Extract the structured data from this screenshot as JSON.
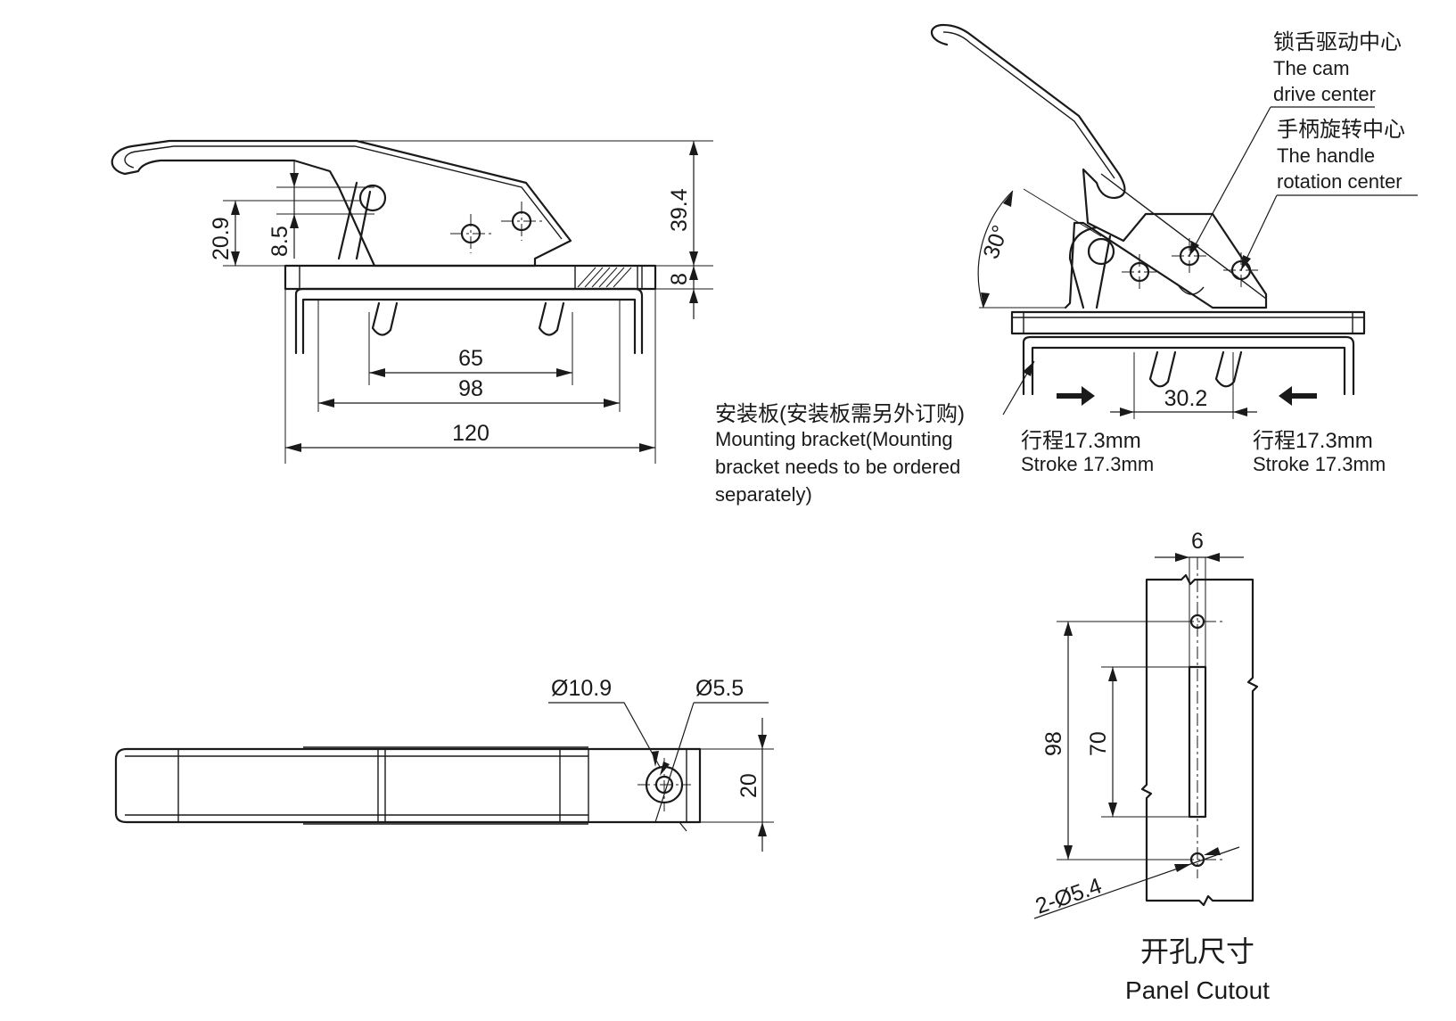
{
  "side_view": {
    "dim_20_9": "20.9",
    "dim_8_5": "8.5",
    "dim_39_4": "39.4",
    "dim_8": "8",
    "dim_65": "65",
    "dim_98": "98",
    "dim_120": "120"
  },
  "operating_view": {
    "angle": "30°",
    "cam_center": {
      "cn": "锁舌驱动中心",
      "en1": "The cam",
      "en2": "drive center"
    },
    "handle_center": {
      "cn": "手柄旋转中心",
      "en1": "The handle",
      "en2": "rotation center"
    },
    "bracket_note": {
      "cn": "安装板(安装板需另外订购)",
      "en1": "Mounting bracket(Mounting",
      "en2": "bracket needs to be ordered",
      "en3": "separately)"
    },
    "dim_30_2": "30.2",
    "stroke_left": {
      "cn": "行程17.3mm",
      "en": "Stroke 17.3mm"
    },
    "stroke_right": {
      "cn": "行程17.3mm",
      "en": "Stroke 17.3mm"
    }
  },
  "top_view": {
    "dia_10_9": "Ø10.9",
    "dia_5_5": "Ø5.5",
    "dim_20": "20"
  },
  "panel_cutout": {
    "dim_6": "6",
    "dim_98": "98",
    "dim_70": "70",
    "holes": "2-Ø5.4",
    "title_cn": "开孔尺寸",
    "title_en": "Panel Cutout"
  }
}
